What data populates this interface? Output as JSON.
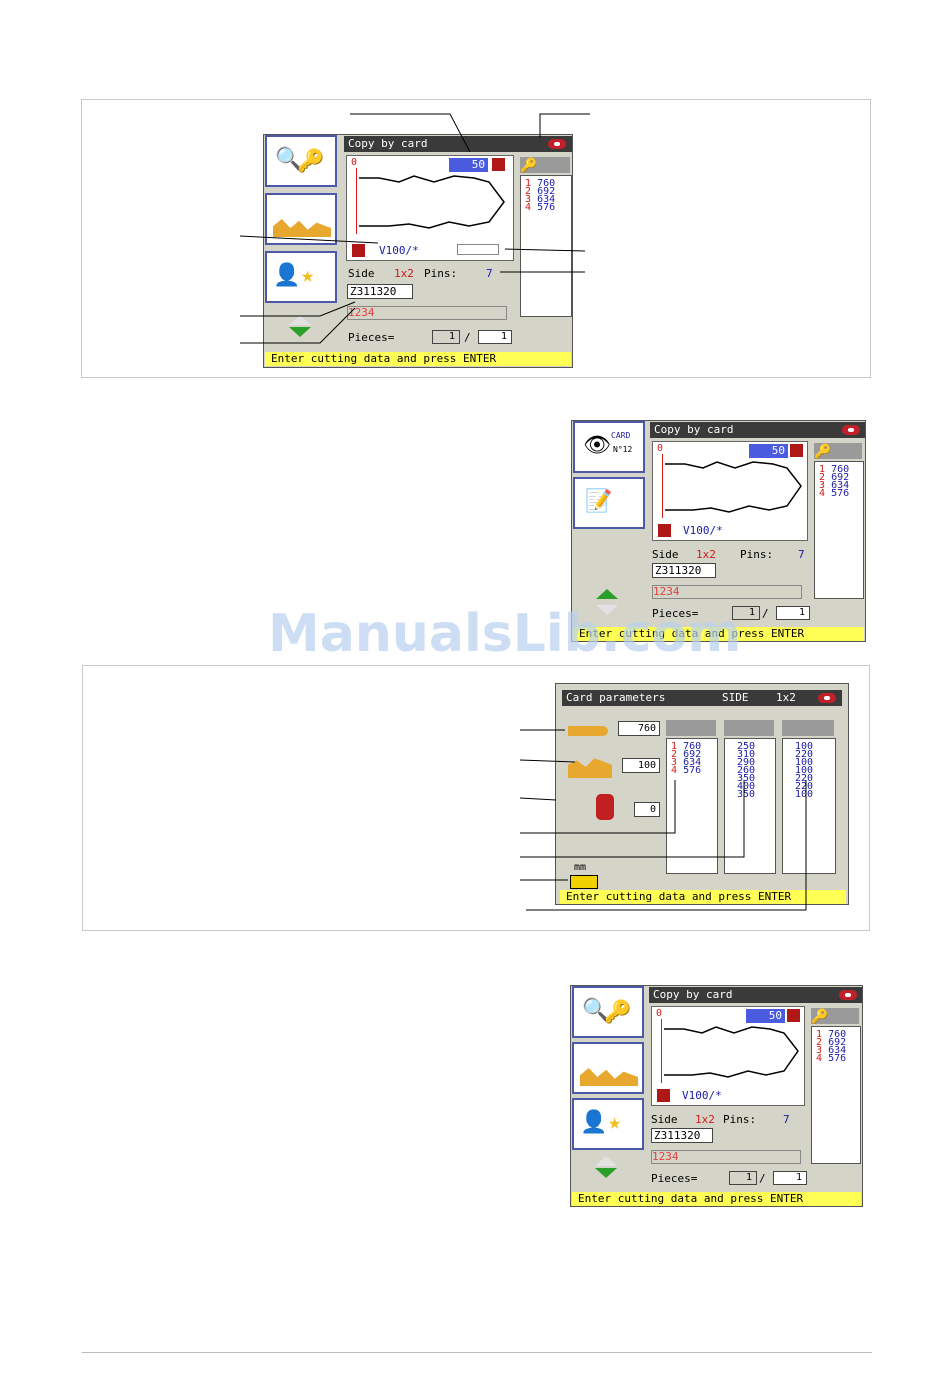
{
  "screen1": {
    "title": "Copy by card",
    "speed": "50",
    "pos_marker": "0",
    "profile_label": "V100/*",
    "side_label": "Side",
    "side_value": "1x2",
    "pins_label": "Pins:",
    "pins_value": "7",
    "code_input": "Z311320",
    "red_code": "1234",
    "pieces_label": "Pieces=",
    "pieces_current": "1",
    "pieces_sep": "/",
    "pieces_total": "1",
    "status": "Enter cutting data and press ENTER",
    "list": [
      {
        "n": "1",
        "v": "760"
      },
      {
        "n": "2",
        "v": "692"
      },
      {
        "n": "3",
        "v": "634"
      },
      {
        "n": "4",
        "v": "576"
      }
    ]
  },
  "screen2": {
    "title": "Copy by card",
    "speed": "50",
    "pos_marker": "0",
    "profile_label": "V100/*",
    "side_label": "Side",
    "side_value": "1x2",
    "pins_label": "Pins:",
    "pins_value": "7",
    "code_input": "Z311320",
    "red_code": "1234",
    "pieces_label": "Pieces=",
    "pieces_current": "1",
    "pieces_sep": "/",
    "pieces_total": "1",
    "status": "Enter cutting data and press ENTER",
    "card_label": "CARD",
    "card_no": "N°12",
    "list": [
      {
        "n": "1",
        "v": "760"
      },
      {
        "n": "2",
        "v": "692"
      },
      {
        "n": "3",
        "v": "634"
      },
      {
        "n": "4",
        "v": "576"
      }
    ]
  },
  "screen3": {
    "title": "Card parameters",
    "side_label": "SIDE",
    "side_value": "1x2",
    "param1": "760",
    "param2": "100",
    "param3": "0",
    "unit": "mm",
    "status": "Enter cutting data and press ENTER",
    "col1": [
      {
        "n": "1",
        "v": "760"
      },
      {
        "n": "2",
        "v": "692"
      },
      {
        "n": "3",
        "v": "634"
      },
      {
        "n": "4",
        "v": "576"
      }
    ],
    "col2": [
      "250",
      "310",
      "290",
      "260",
      "350",
      "400",
      "350"
    ],
    "col3": [
      "100",
      "220",
      "100",
      "100",
      "220",
      "220",
      "100"
    ]
  },
  "screen4": {
    "title": "Copy by card",
    "speed": "50",
    "pos_marker": "0",
    "profile_label": "V100/*",
    "side_label": "Side",
    "side_value": "1x2",
    "pins_label": "Pins:",
    "pins_value": "7",
    "code_input": "Z311320",
    "red_code": "1234",
    "pieces_label": "Pieces=",
    "pieces_current": "1",
    "pieces_sep": "/",
    "pieces_total": "1",
    "status": "Enter cutting data and press ENTER",
    "list": [
      {
        "n": "1",
        "v": "760"
      },
      {
        "n": "2",
        "v": "692"
      },
      {
        "n": "3",
        "v": "634"
      },
      {
        "n": "4",
        "v": "576"
      }
    ]
  },
  "icons": {
    "search_key": "magnifier-key-icon",
    "cut_profile": "cut-profile-icon",
    "operator_card": "operator-card-icon",
    "view_card": "view-card-icon",
    "edit_card": "edit-card-icon",
    "ruler": "ruler-icon"
  },
  "colors": {
    "status_bg": "#ffff55",
    "speed_bg": "#4b5be0",
    "title_bg": "#3a3a3a",
    "accent_red": "#d21a1a",
    "accent_blue": "#1b1ba8"
  },
  "watermark": "ManualsLib.com"
}
